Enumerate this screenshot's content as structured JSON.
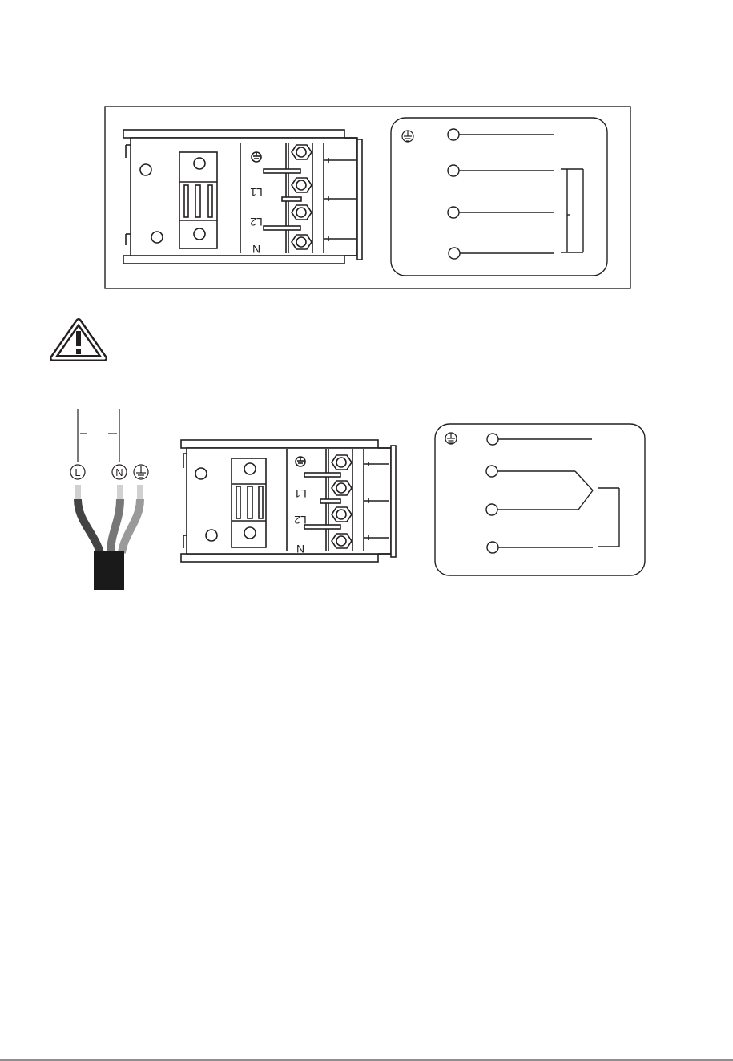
{
  "terminal_block": {
    "markings": [
      "L1",
      "L2",
      "N"
    ]
  },
  "cable": {
    "conductors": [
      "L",
      "N"
    ]
  },
  "icons": {
    "earth": "earth-ground-icon",
    "warning": "warning-triangle-icon"
  },
  "colors": {
    "line": "#231f20",
    "frame_fill": "#ffffff",
    "cable_sheath": "#1a1a1a",
    "wire_dark": "#444444",
    "wire_mid": "#777777",
    "wire_light": "#9a9a9a",
    "wire_end": "#d0d0d0"
  }
}
